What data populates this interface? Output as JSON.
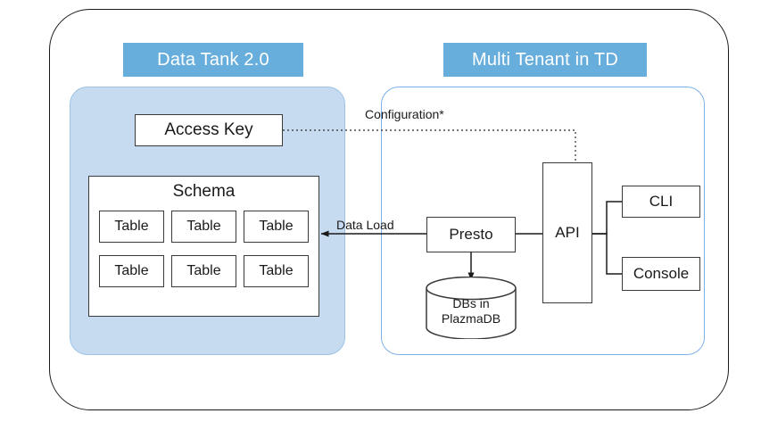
{
  "diagram": {
    "title_left": "Data Tank 2.0",
    "title_right": "Multi Tenant in TD",
    "colors": {
      "badge_blue": "#68AEDC",
      "panel_left_fill": "#C6DBF0",
      "panel_left_border": "#9CC3E5",
      "panel_right_border": "#7EB1E8",
      "node_border": "#3A3A3A",
      "outer_border": "#1a1a1a"
    }
  },
  "left_panel": {
    "access_key": "Access Key",
    "schema": {
      "title": "Schema",
      "tables": [
        {
          "label": "Table"
        },
        {
          "label": "Table"
        },
        {
          "label": "Table"
        },
        {
          "label": "Table"
        },
        {
          "label": "Table"
        },
        {
          "label": "Table"
        }
      ]
    }
  },
  "right_panel": {
    "presto": "Presto",
    "api": "API",
    "cli": "CLI",
    "console": "Console",
    "database": {
      "line1": "DBs in",
      "line2": "PlazmaDB"
    }
  },
  "edges": {
    "configuration": "Configuration*",
    "data_load": "Data Load"
  }
}
